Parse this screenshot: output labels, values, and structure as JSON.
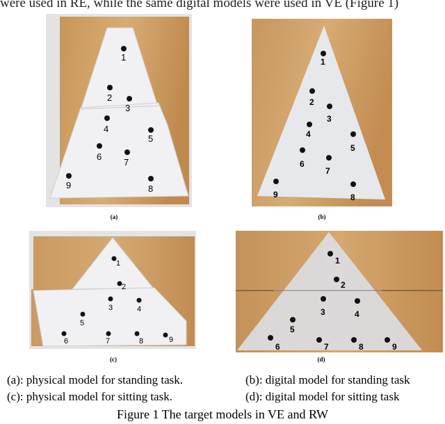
{
  "top_text": "were used in RE, while the same digital models were used in VE (Figure 1)",
  "panels": [
    {
      "id": "a",
      "label": "(a)"
    },
    {
      "id": "b",
      "label": "(b)"
    },
    {
      "id": "c",
      "label": "(c)"
    },
    {
      "id": "d",
      "label": "(d)"
    }
  ],
  "point_labels": [
    "1",
    "2",
    "3",
    "4",
    "5",
    "6",
    "7",
    "8",
    "9"
  ],
  "captions": {
    "a": "(a): physical model for standing task.",
    "b": "(b): digital model for standing task",
    "c": "(c): physical model for sitting task.",
    "d": "(d): digital model for sitting task"
  },
  "figure_title": "Figure 1    The target models in VE and RW",
  "colors": {
    "wood": "#d2a56c",
    "paper": "#f1f1f3",
    "digital_tri": "#e6e7ea",
    "dot": "#111111"
  }
}
